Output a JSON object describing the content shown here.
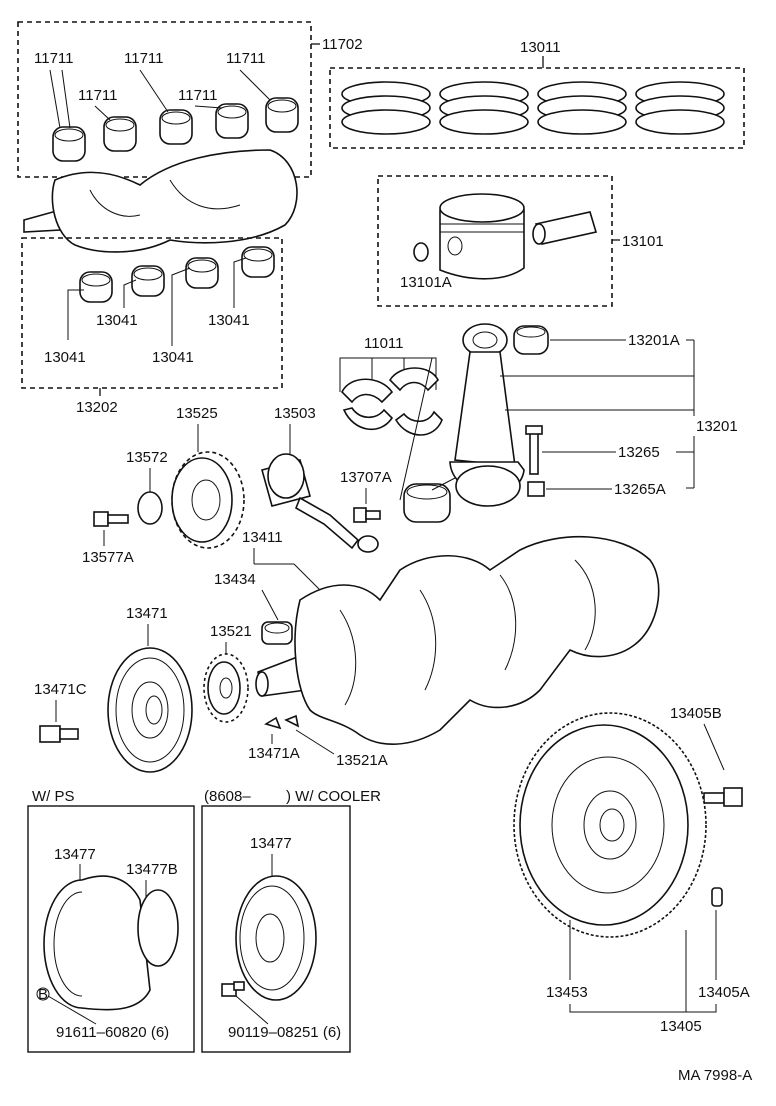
{
  "labels": {
    "l11702": "11702",
    "l11711a": "11711",
    "l11711b": "11711",
    "l11711c": "11711",
    "l11711d": "11711",
    "l11711e": "11711",
    "l13011": "13011",
    "l13101": "13101",
    "l13101A": "13101A",
    "l13041a": "13041",
    "l13041b": "13041",
    "l13041c": "13041",
    "l13041d": "13041",
    "l13202": "13202",
    "l11011": "11011",
    "l13201A": "13201A",
    "l13201": "13201",
    "l13265": "13265",
    "l13265A": "13265A",
    "l13525": "13525",
    "l13503": "13503",
    "l13572": "13572",
    "l13707A": "13707A",
    "l13577A": "13577A",
    "l13411": "13411",
    "l13434": "13434",
    "l13471": "13471",
    "l13521": "13521",
    "l13471C": "13471C",
    "l13471A": "13471A",
    "l13521A": "13521A",
    "l13405B": "13405B",
    "wps": "W/ PS",
    "wcool1": "(8608–",
    "wcool2": ") W/ COOLER",
    "l13477a": "13477",
    "l13477B": "13477B",
    "l13477b": "13477",
    "circB": "B",
    "l91611": "91611–60820 (6)",
    "l90119": "90119–08251 (6)",
    "l13453": "13453",
    "l13405A": "13405A",
    "l13405": "13405",
    "code": "MA  7998-A"
  }
}
